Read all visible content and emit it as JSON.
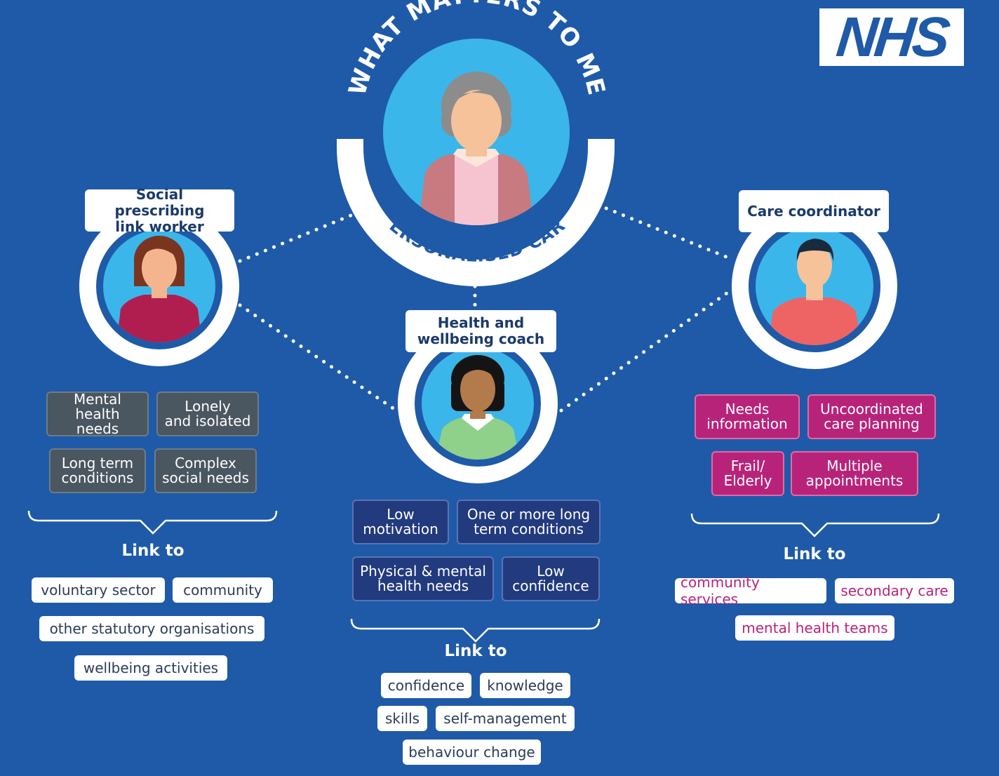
{
  "logo": {
    "text": "NHS"
  },
  "center": {
    "arc_top": "WHAT MATTERS TO ME",
    "arc_bottom": "PERSONALISED CARE"
  },
  "roles": {
    "social": {
      "label": [
        "Social prescribing",
        "link worker"
      ],
      "needs": [
        [
          "Mental",
          "health needs"
        ],
        [
          "Lonely",
          "and isolated"
        ],
        [
          "Long term",
          "conditions"
        ],
        [
          "Complex",
          "social needs"
        ]
      ],
      "link_title": "Link to",
      "links": [
        "voluntary sector",
        "community",
        "other statutory organisations",
        "wellbeing activities"
      ]
    },
    "coach": {
      "label": [
        "Health and",
        "wellbeing coach"
      ],
      "needs": [
        [
          "Low",
          "motivation"
        ],
        [
          "One or more long",
          "term conditions"
        ],
        [
          "Physical & mental",
          "health needs"
        ],
        [
          "Low",
          "confidence"
        ]
      ],
      "link_title": "Link to",
      "links": [
        "confidence",
        "knowledge",
        "skills",
        "self-management",
        "behaviour change"
      ]
    },
    "coordinator": {
      "label": [
        "Care coordinator"
      ],
      "needs": [
        [
          "Needs",
          "information"
        ],
        [
          "Uncoordinated",
          "care planning"
        ],
        [
          "Frail/",
          "Elderly"
        ],
        [
          "Multiple",
          "appointments"
        ]
      ],
      "link_title": "Link to",
      "links": [
        "community services",
        "secondary care",
        "mental health teams"
      ]
    }
  },
  "colors": {
    "background": "#1e5aa8",
    "light_blue": "#3bb6ea",
    "grey_tag": "#4a5660",
    "navy_tag": "#223a7e",
    "pink_tag": "#b8237a"
  }
}
